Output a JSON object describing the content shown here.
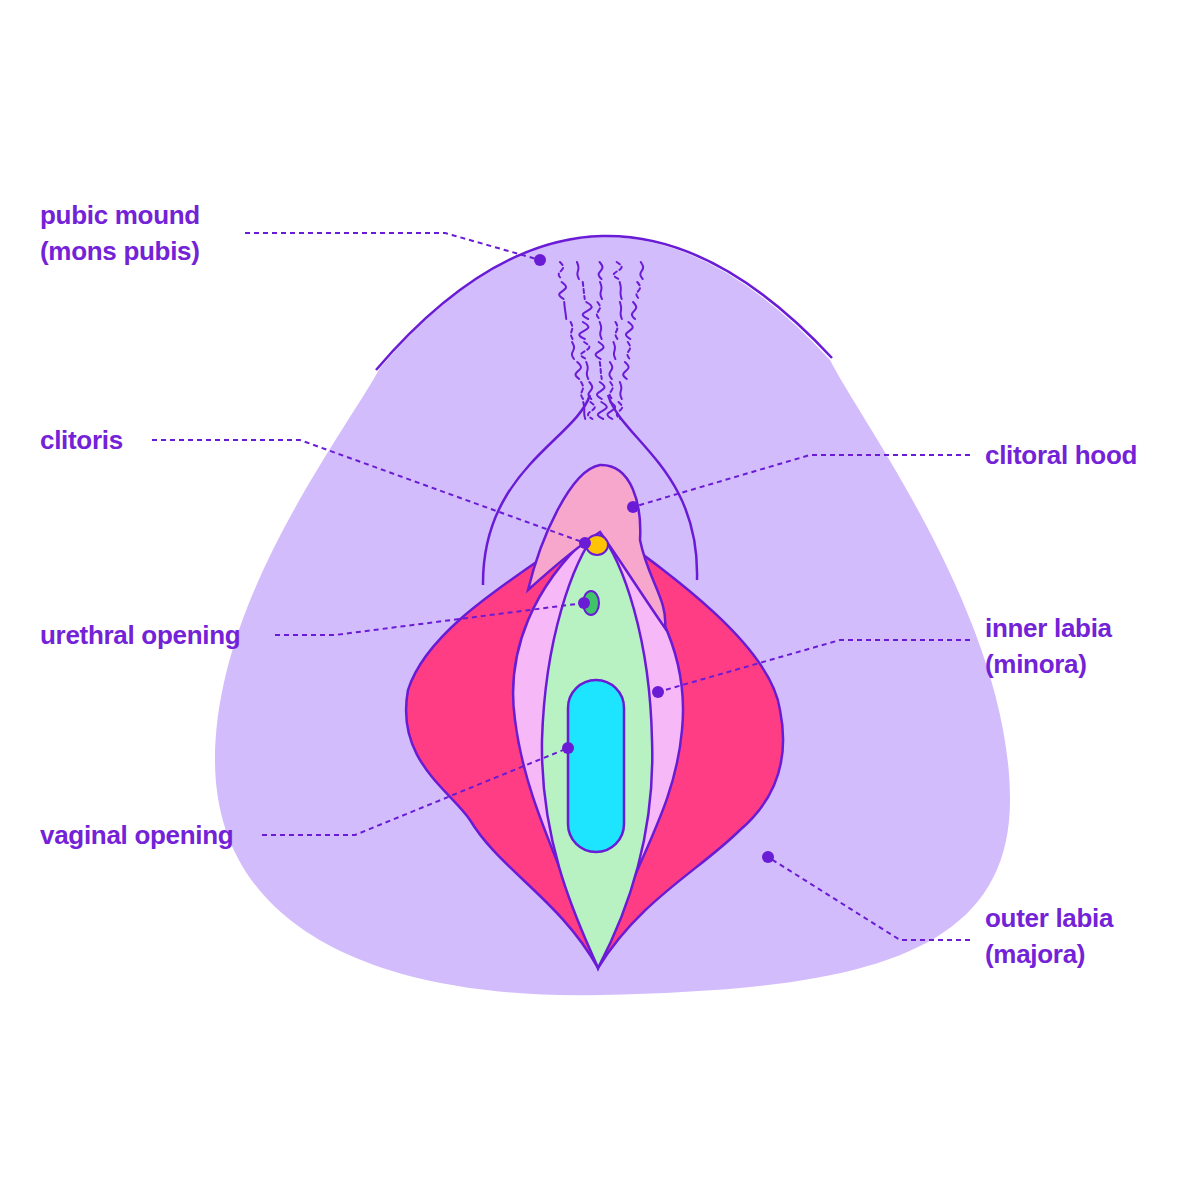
{
  "diagram": {
    "labels": [
      "pubic mound (mons pubis)",
      "clitoris",
      "clitoral hood",
      "urethral opening",
      "inner labia (minora)",
      "vaginal opening",
      "outer labia (majora)"
    ]
  }
}
